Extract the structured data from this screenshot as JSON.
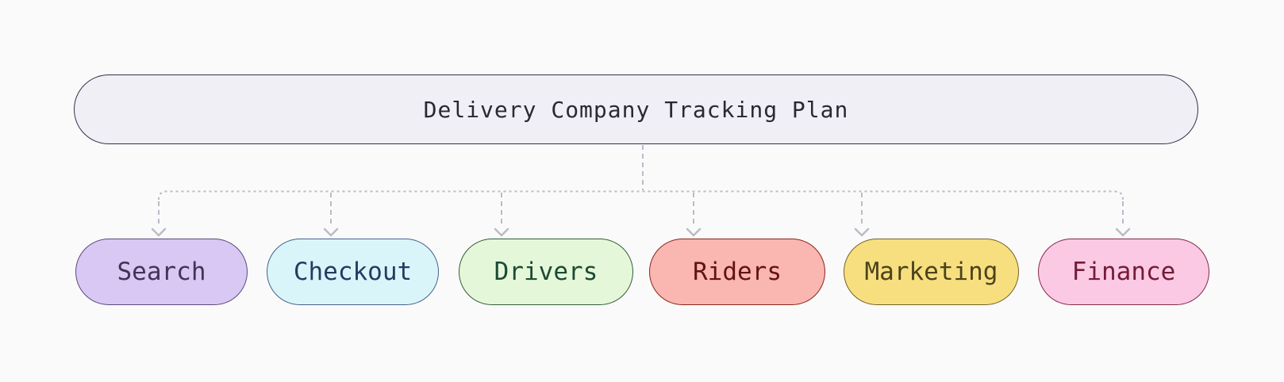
{
  "diagram": {
    "root": {
      "label": "Delivery Company Tracking Plan",
      "fill": "#f1eff6",
      "border": "#36304a",
      "text": "#2b2833"
    },
    "children": [
      {
        "label": "Search",
        "fill": "#d9c7f4",
        "border": "#5d4a7d",
        "text": "#433457"
      },
      {
        "label": "Checkout",
        "fill": "#daf5f9",
        "border": "#44618c",
        "text": "#233c63"
      },
      {
        "label": "Drivers",
        "fill": "#e4f8d9",
        "border": "#335c38",
        "text": "#1e4a35"
      },
      {
        "label": "Riders",
        "fill": "#fab6b0",
        "border": "#8c241a",
        "text": "#641410"
      },
      {
        "label": "Marketing",
        "fill": "#f7df80",
        "border": "#75622a",
        "text": "#4c4319"
      },
      {
        "label": "Finance",
        "fill": "#fbc9e4",
        "border": "#83294a",
        "text": "#731c38"
      }
    ],
    "colors": {
      "background": "#fafafa",
      "connector": "#bcbac6"
    }
  }
}
